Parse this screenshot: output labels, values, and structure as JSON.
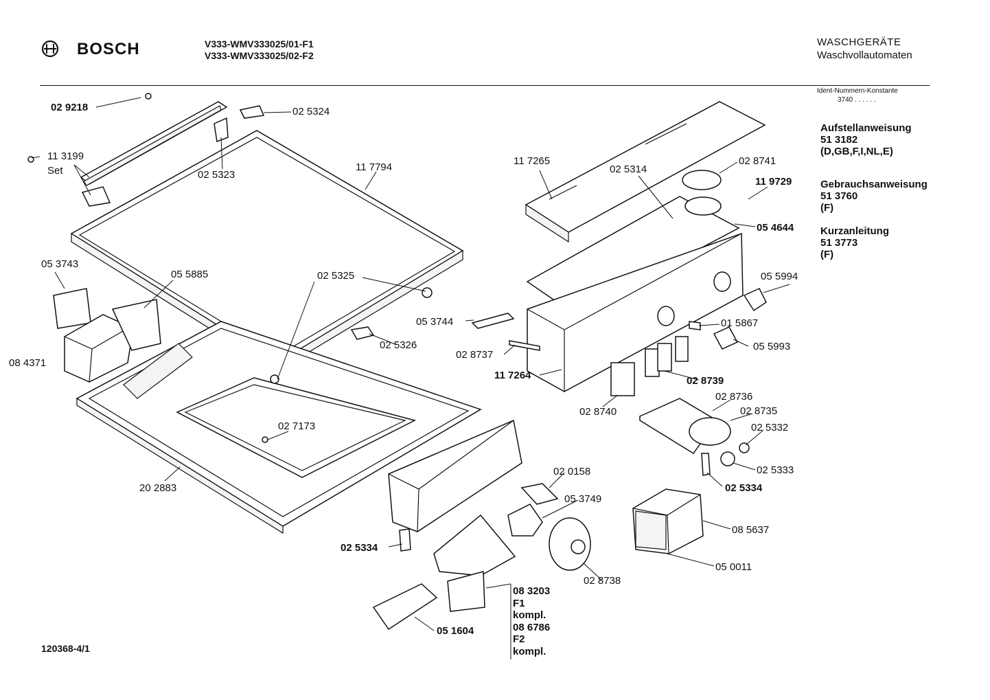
{
  "header": {
    "brand": "BOSCH",
    "model_line_1": "V333-WMV333025/01-F1",
    "model_line_2": "V333-WMV333025/02-F2",
    "category_title": "WASCHGERÄTE",
    "category_subtitle": "Waschvollautomaten"
  },
  "ident": {
    "label": "Ident-Nummern-Konstante",
    "value": "3740  . .  . . . ."
  },
  "documents": [
    {
      "title": "Aufstellanweisung",
      "number": "51 3182",
      "languages": "(D,GB,F,I,NL,E)"
    },
    {
      "title": "Gebrauchsanweisung",
      "number": "51 3760",
      "languages": "(F)"
    },
    {
      "title": "Kurzanleitung",
      "number": "51 3773",
      "languages": "(F)"
    }
  ],
  "parts": {
    "p029218": "02 9218",
    "p113199": "11 3199",
    "set": "Set",
    "p025324": "02 5324",
    "p025323": "02 5323",
    "p117794": "11 7794",
    "p053743": "05 3743",
    "p055885": "05 5885",
    "p025325": "02 5325",
    "p084371": "08 4371",
    "p025326": "02 5326",
    "p027173": "02 7173",
    "p202883": "20 2883",
    "p025334a": "02 5334",
    "p117265": "11 7265",
    "p025314": "02 5314",
    "p028741": "02 8741",
    "p119729": "11 9729",
    "p054644": "05 4644",
    "p055994": "05 5994",
    "p053744": "05 3744",
    "p015867": "01 5867",
    "p055993": "05 5993",
    "p028737": "02 8737",
    "p117264": "11 7264",
    "p028739": "02 8739",
    "p028740": "02 8740",
    "p028736": "02 8736",
    "p028735": "02 8735",
    "p025332": "02 5332",
    "p025333": "02 5333",
    "p025334b": "02 5334",
    "p020158": "02 0158",
    "p053749": "05 3749",
    "p085637": "08 5637",
    "p028738": "02 8738",
    "p050011": "05 0011",
    "p051604": "05 1604",
    "kit_lines": [
      "08 3203",
      "F1",
      "kompl.",
      "08 6786",
      "F2",
      "kompl."
    ]
  },
  "footer": {
    "drawing_number": "120368-4/1"
  }
}
